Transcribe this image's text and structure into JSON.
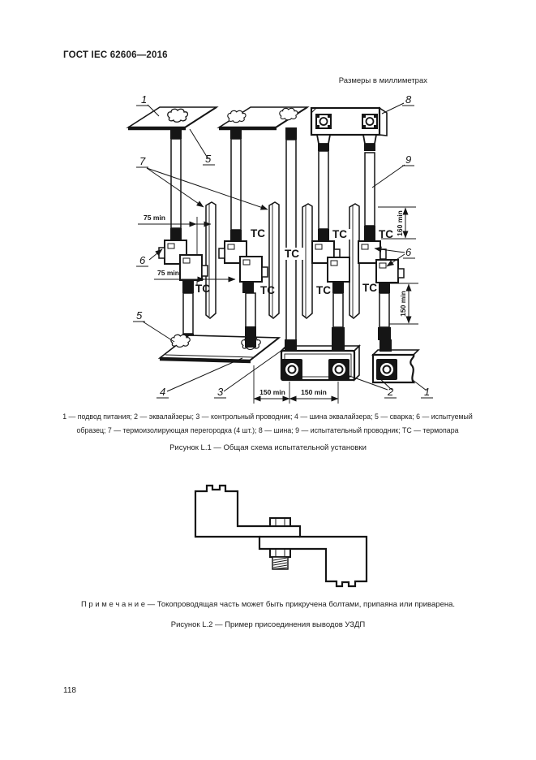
{
  "page": {
    "header": "ГОСТ IEC 62606—2016",
    "units_note": "Размеры в миллиметрах",
    "page_number": "118"
  },
  "figure1": {
    "legend_line1": "1 — подвод питания; 2 — эквалайзеры; 3 — контрольный проводник; 4 — шина эквалайзера; 5 — сварка; 6 — испытуемый",
    "legend_line2": "образец; 7 — термоизолирующая перегородка (4 шт.); 8 — шина; 9 — испытательный проводник; ТС — термопара",
    "caption": "Рисунок L.1 — Общая схема испытательной установки",
    "callouts": {
      "n1": "1",
      "n2": "2",
      "n3": "3",
      "n4": "4",
      "n5": "5",
      "n6": "6",
      "n7": "7",
      "n8": "8",
      "n9": "9"
    },
    "thermocouple": "ТС",
    "dims": {
      "d75": "75 min",
      "d150": "150 min",
      "d160": "160 min"
    }
  },
  "figure2": {
    "note": "П р и м е ч а н и е — Токопроводящая часть может быть прикручена болтами, припаяна или приварена.",
    "caption": "Рисунок L.2 — Пример присоединения выводов УЗДП"
  }
}
